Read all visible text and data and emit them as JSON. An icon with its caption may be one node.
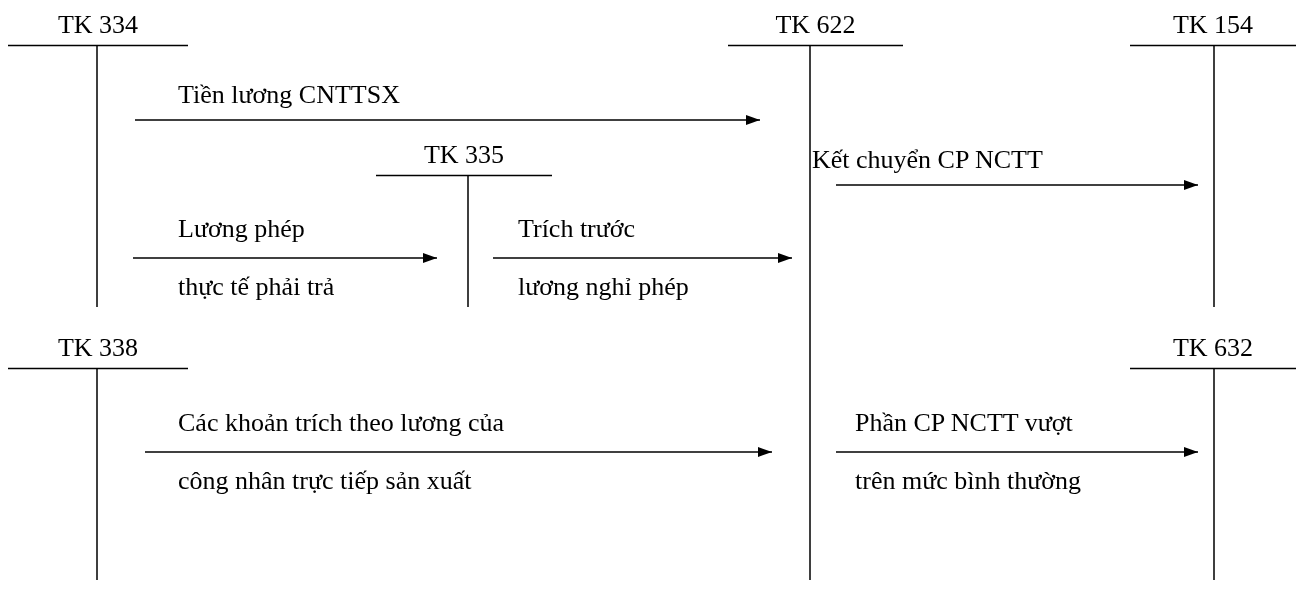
{
  "diagram": {
    "nodes": [
      {
        "text": [
          "TK 334"
        ]
      },
      {
        "text": [
          "TK 622"
        ]
      },
      {
        "text": [
          "TK 154"
        ]
      },
      {
        "text": [
          "TK 335"
        ]
      },
      {
        "text": [
          "TK 338"
        ]
      },
      {
        "text": [
          "TK 632"
        ]
      }
    ],
    "edges": [
      {
        "from": 0,
        "to": 1,
        "arrow": "to",
        "label": "Tiền lương CNTTSX"
      },
      {
        "from": 1,
        "to": 2,
        "arrow": "to",
        "label": "Kết chuyển CP NCTT"
      },
      {
        "from": 0,
        "to": 3,
        "arrow": "to",
        "label": "Lương phép thực tế phải trả"
      },
      {
        "from": 3,
        "to": 1,
        "arrow": "to",
        "label": "Trích trước lương nghỉ phép"
      },
      {
        "from": 4,
        "to": 1,
        "arrow": "to",
        "label": "Các khoản trích theo lương của công nhân trực tiếp sản xuất"
      },
      {
        "from": 1,
        "to": 5,
        "arrow": "to",
        "label": "Phần CP NCTT vượt trên mức bình thường"
      }
    ]
  }
}
